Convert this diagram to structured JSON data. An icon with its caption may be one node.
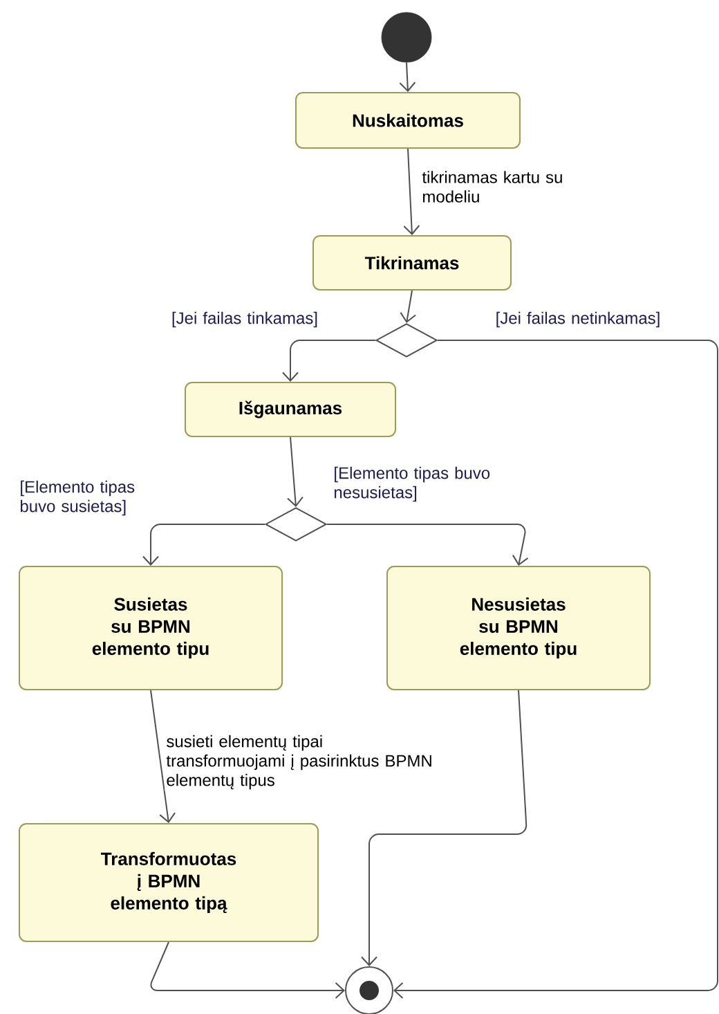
{
  "diagram": {
    "nodes": [
      {
        "text": [],
        "shape": "circle"
      },
      {
        "text": [
          "Nuskaitomas"
        ]
      },
      {
        "text": [
          "Tikrinamas"
        ]
      },
      {
        "text": [],
        "shape": "diamond"
      },
      {
        "text": [
          "Išgaunamas"
        ]
      },
      {
        "text": [],
        "shape": "diamond"
      },
      {
        "text": [
          "Susietas su BPMN elemento tipu"
        ]
      },
      {
        "text": [
          "Nesusietas su BPMN elemento tipu"
        ]
      },
      {
        "text": [
          "Transformuotas į BPMN elemento tipą"
        ]
      },
      {
        "text": [],
        "shape": "bullseye"
      }
    ],
    "edges": [
      {
        "from": 0,
        "to": 1,
        "arrow": "to"
      },
      {
        "from": 1,
        "to": 2,
        "arrow": "to",
        "label": "tikrinamas kartu su modeliu"
      },
      {
        "from": 2,
        "to": 3,
        "arrow": "to"
      },
      {
        "from": 3,
        "to": 4,
        "arrow": "to",
        "label": "[Jei failas tinkamas]"
      },
      {
        "from": 3,
        "to": 9,
        "arrow": "to",
        "label": "[Jei failas netinkamas]"
      },
      {
        "from": 4,
        "to": 5,
        "arrow": "to"
      },
      {
        "from": 5,
        "to": 6,
        "arrow": "to",
        "label": "[Elemento tipas buvo susietas]"
      },
      {
        "from": 5,
        "to": 7,
        "arrow": "to",
        "label": "[Elemento tipas buvo nesusietas]"
      },
      {
        "from": 6,
        "to": 8,
        "arrow": "to",
        "label": "susieti elementų tipai transformuojami į pasirinktus BPMN elementų tipus"
      },
      {
        "from": 7,
        "to": 9,
        "arrow": "to"
      },
      {
        "from": 8,
        "to": 9,
        "arrow": "to"
      }
    ]
  }
}
